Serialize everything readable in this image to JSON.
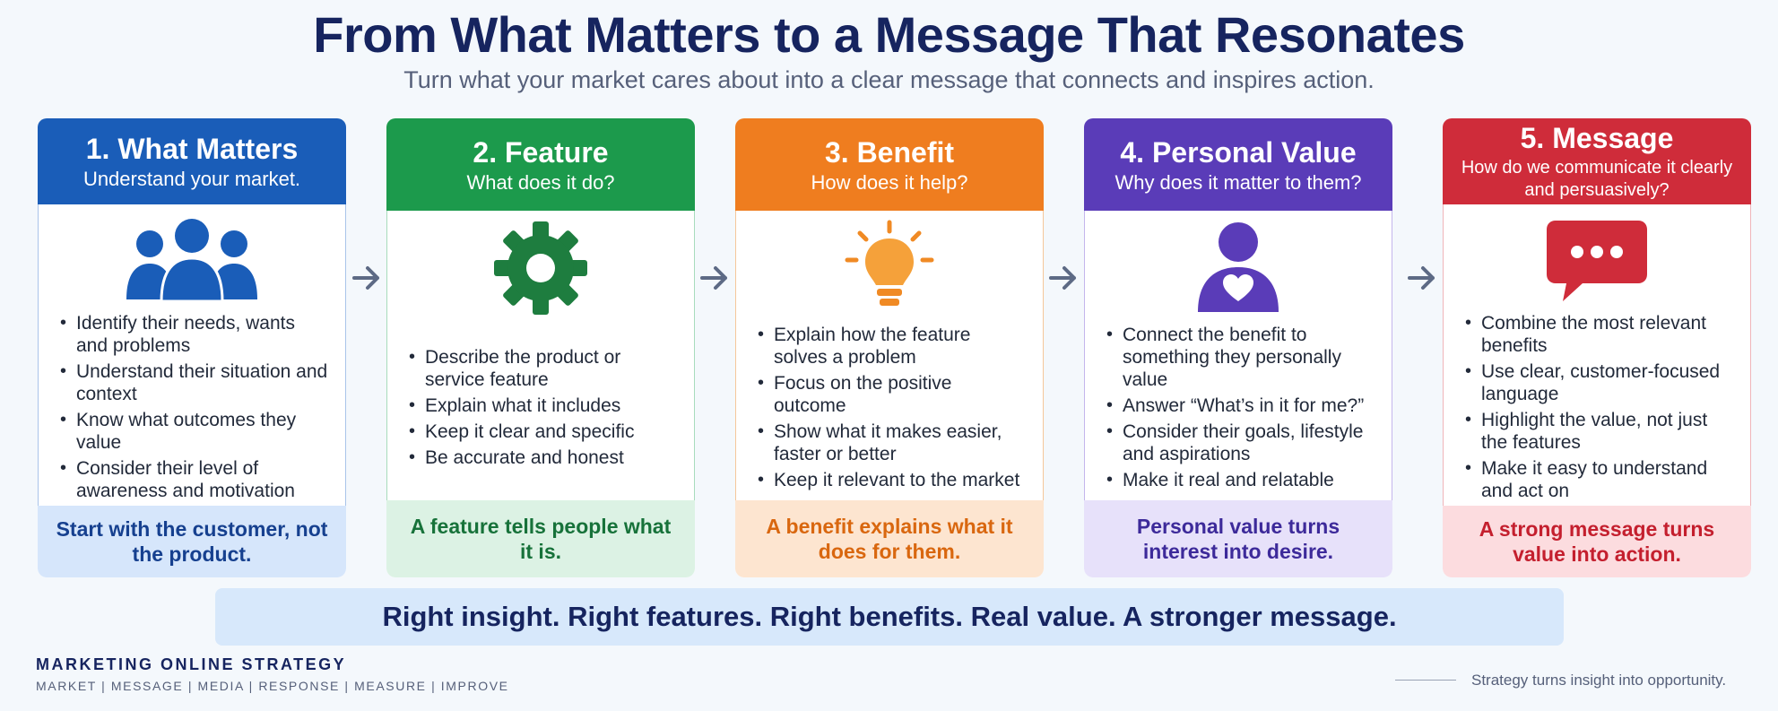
{
  "header": {
    "title": "From What Matters to a Message That Resonates",
    "subtitle": "Turn what your market cares about into a clear message that connects and inspires action."
  },
  "cards": [
    {
      "title": "1. What Matters",
      "subtitle": "Understand your market.",
      "icon": "people-icon",
      "color": "#1a5db8",
      "bullets": [
        "Identify their needs, wants and problems",
        "Understand their situation and context",
        "Know what outcomes they value",
        "Consider their level of awareness and motivation"
      ],
      "footer": "Start with the customer, not the product."
    },
    {
      "title": "2. Feature",
      "subtitle": "What does it do?",
      "icon": "gear-icon",
      "color": "#1c9a4c",
      "bullets": [
        "Describe the product or service feature",
        "Explain what it includes",
        "Keep it clear and specific",
        "Be accurate and honest"
      ],
      "footer": "A feature tells people what it is."
    },
    {
      "title": "3. Benefit",
      "subtitle": "How does it help?",
      "icon": "lightbulb-icon",
      "color": "#ef7d1f",
      "bullets": [
        "Explain how the feature solves a problem",
        "Focus on the positive outcome",
        "Show what it makes easier, faster or better",
        "Keep it relevant to the market"
      ],
      "footer": "A benefit explains what it does for them."
    },
    {
      "title": "4. Personal Value",
      "subtitle": "Why does it matter to them?",
      "icon": "person-heart-icon",
      "color": "#5a3cb8",
      "bullets": [
        "Connect the benefit to something they personally value",
        "Answer “What’s in it for me?”",
        "Consider their goals, lifestyle and aspirations",
        "Make it real and relatable"
      ],
      "footer": "Personal value turns interest into desire."
    },
    {
      "title": "5. Message",
      "subtitle": "How do we communicate it clearly and persuasively?",
      "icon": "chat-bubble-icon",
      "color": "#cf2c3a",
      "bullets": [
        "Combine the most relevant benefits",
        "Use clear, customer-focused language",
        "Highlight the value, not just the features",
        "Make it easy to understand and act on"
      ],
      "footer": "A strong message turns value into action."
    }
  ],
  "arrow_icon": "arrow-right-icon",
  "banner": "Right insight. Right features. Right benefits. Real value. A stronger message.",
  "footer": {
    "brand": "MARKETING ONLINE STRATEGY",
    "brand_sub": "MARKET | MESSAGE | MEDIA | RESPONSE | MEASURE | IMPROVE",
    "tagline": "Strategy turns insight into opportunity."
  }
}
